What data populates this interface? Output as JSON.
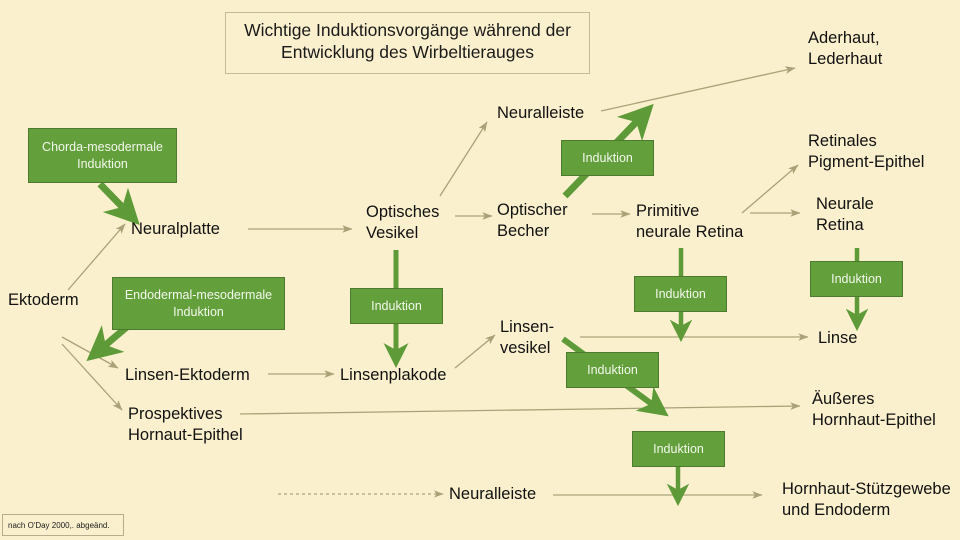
{
  "title": {
    "line1": "Wichtige Induktionsvorgänge während der",
    "line2": "Entwicklung des Wirbeltierauges"
  },
  "colors": {
    "background": "#FBF0CE",
    "green_fill": "#63A03C",
    "green_border": "#4C7A2E",
    "green_arrow": "#5E9B38",
    "thin_arrow": "#A9A278",
    "text": "#111111",
    "box_border": "#C9B99A"
  },
  "nodes": [
    {
      "id": "ektoderm",
      "label": "Ektoderm"
    },
    {
      "id": "neuralplatte",
      "label": "Neuralplatte"
    },
    {
      "id": "linsen-ektoderm",
      "label": "Linsen-Ektoderm"
    },
    {
      "id": "prospektives-hornhaut-epithel",
      "label": "Prospektives\nHornaut-Epithel"
    },
    {
      "id": "optisches-vesikel",
      "label": "Optisches\nVesikel"
    },
    {
      "id": "neuralleiste-oben",
      "label": "Neuralleiste"
    },
    {
      "id": "optischer-becher",
      "label": "Optischer\nBecher"
    },
    {
      "id": "primitive-neurale-retina",
      "label": "Primitive\nneurale Retina"
    },
    {
      "id": "linsenplakode",
      "label": "Linsenplakode"
    },
    {
      "id": "linsenvesikel",
      "label": "Linsen-\nvesikel"
    },
    {
      "id": "aderhaut-lederhaut",
      "label": "Aderhaut,\nLederhaut"
    },
    {
      "id": "retinales-pigment-epithel",
      "label": "Retinales\nPigment-Epithel"
    },
    {
      "id": "neurale-retina",
      "label": "Neurale\nRetina"
    },
    {
      "id": "linse",
      "label": "Linse"
    },
    {
      "id": "aeusseres-hornhaut-epithel",
      "label": "Äußeres\nHornhaut-Epithel"
    },
    {
      "id": "neuralleiste-unten",
      "label": "Neuralleiste"
    },
    {
      "id": "hornhaut-stuetzgewebe",
      "label": "Hornhaut-Stützgewebe\nund Endoderm"
    }
  ],
  "green_boxes": [
    {
      "id": "chorda-mesodermale-induktion",
      "label": "Chorda-mesodermale\nInduktion"
    },
    {
      "id": "endodermal-mesodermale-induktion",
      "label": "Endodermal-mesodermale\nInduktion"
    },
    {
      "id": "induktion-optisches-vesikel",
      "label": "Induktion"
    },
    {
      "id": "induktion-neuralleiste",
      "label": "Induktion"
    },
    {
      "id": "induktion-primitive-retina",
      "label": "Induktion"
    },
    {
      "id": "induktion-neurale-retina",
      "label": "Induktion"
    },
    {
      "id": "induktion-linsenvesikel",
      "label": "Induktion"
    },
    {
      "id": "induktion-neuralleiste-unten",
      "label": "Induktion"
    }
  ],
  "citation": {
    "text": "nach O'Day 2000,. abgeänd."
  }
}
